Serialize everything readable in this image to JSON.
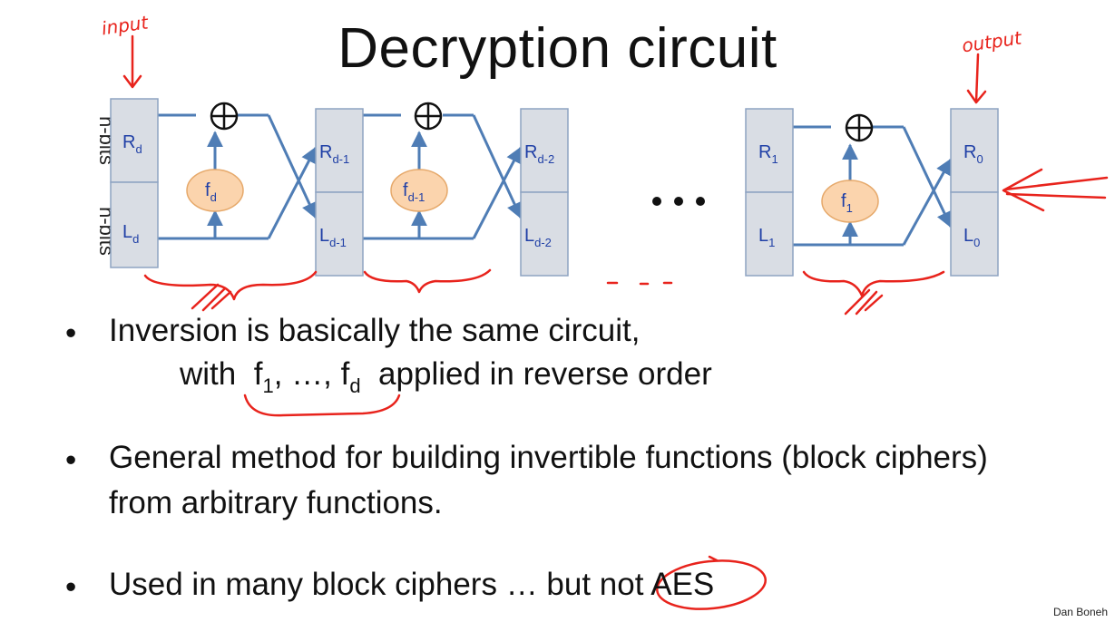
{
  "slide": {
    "title": "Decryption circuit",
    "author": "Dan Boneh",
    "side_labels": [
      "n-bits",
      "n-bits"
    ],
    "ellipsis": "…",
    "annotations": {
      "input": "input",
      "output": "output"
    }
  },
  "diagram": {
    "stages": [
      {
        "top_base": "R",
        "top_sub": "d",
        "bottom_base": "L",
        "bottom_sub": "d"
      },
      {
        "top_base": "R",
        "top_sub": "d-1",
        "bottom_base": "L",
        "bottom_sub": "d-1"
      },
      {
        "top_base": "R",
        "top_sub": "d-2",
        "bottom_base": "L",
        "bottom_sub": "d-2"
      },
      {
        "top_base": "R",
        "top_sub": "1",
        "bottom_base": "L",
        "bottom_sub": "1"
      },
      {
        "top_base": "R",
        "top_sub": "0",
        "bottom_base": "L",
        "bottom_sub": "0"
      }
    ],
    "functions": [
      {
        "base": "f",
        "sub": "d"
      },
      {
        "base": "f",
        "sub": "d-1"
      },
      {
        "base": "f",
        "sub": "1"
      }
    ],
    "xor_symbol": "⊕"
  },
  "bullets": {
    "b1_line1": "Inversion is basically the same circuit,",
    "b1_line2_pre": "with",
    "b1_f1": "f",
    "b1_f1_sub": "1",
    "b1_mid": ", …,",
    "b1_fd": "f",
    "b1_fd_sub": "d",
    "b1_line2_post": "applied in reverse order",
    "b2_line1": "General method for building invertible functions (block ciphers)",
    "b2_line2": "from arbitrary functions.",
    "b3": "Used in many block ciphers … but not AES"
  },
  "colors": {
    "box_fill": "#d9dde4",
    "box_stroke": "#8ea3c2",
    "wire": "#4f7db5",
    "func_fill": "#fbd4ad",
    "func_stroke": "#e6a96b",
    "label_blue": "#1f3fa6",
    "ink_red": "#e8231c"
  }
}
